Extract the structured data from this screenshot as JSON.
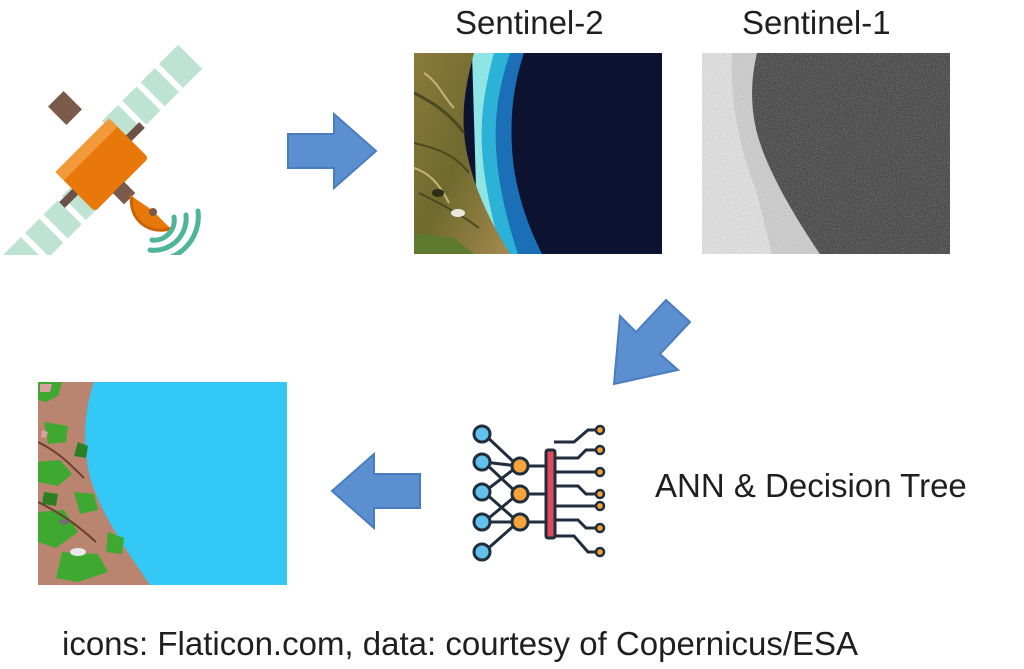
{
  "labels": {
    "sentinel2": "Sentinel-2",
    "sentinel1": "Sentinel-1",
    "model": "ANN & Decision Tree",
    "credits": "icons: Flaticon.com, data: courtesy of Copernicus/ESA"
  },
  "icons": {
    "satellite": "satellite-icon",
    "neural_network": "neural-network-icon",
    "arrow": "arrow-icon"
  },
  "colors": {
    "arrow": "#5b8fd0",
    "satellite_body": "#e8780a",
    "satellite_panel": "#bfe3d2",
    "satellite_signal": "#4fb59a",
    "nn_node_blue": "#62c1ea",
    "nn_node_orange": "#f4a43a",
    "nn_bar": "#e24b5b",
    "classified_water": "#34c8f6",
    "classified_land": "#b98470",
    "classified_vegetation": "#3ea830"
  }
}
